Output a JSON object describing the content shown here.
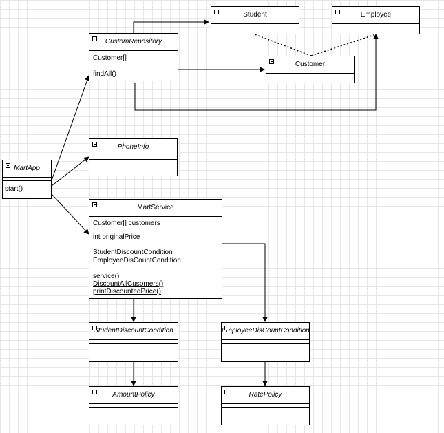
{
  "classes": {
    "student": {
      "title": "Student",
      "italic": false,
      "attributes": [],
      "methods": []
    },
    "employee": {
      "title": "Employee",
      "italic": false,
      "attributes": [],
      "methods": []
    },
    "custom_repository": {
      "title": "CustomRepository",
      "italic": true,
      "attributes": [
        "Customer[]"
      ],
      "methods": [
        "findAll()"
      ]
    },
    "customer": {
      "title": "Customer",
      "italic": false,
      "attributes": [],
      "methods": []
    },
    "phone_info": {
      "title": "PhoneInfo",
      "italic": true,
      "attributes": [],
      "methods": []
    },
    "mart_app": {
      "title": "MartApp",
      "italic": true,
      "attributes": [],
      "methods": [
        "start()"
      ]
    },
    "mart_service": {
      "title": "MartService",
      "italic": false,
      "attributes": [
        "Customer[] customers",
        "int originalPrice",
        "StudentDiscountCondition",
        "EmployeeDisCountCondition"
      ],
      "methods": [
        "service()",
        "DiscountAllCusomers()",
        "printDiscountedPrice()"
      ]
    },
    "student_discount_condition": {
      "title": "StudentDiscountCondition",
      "italic": true,
      "attributes": [],
      "methods": []
    },
    "employee_discount_condition": {
      "title": "EmployeeDisCountCondition",
      "italic": true,
      "attributes": [],
      "methods": []
    },
    "amount_policy": {
      "title": "AmountPolicy",
      "italic": true,
      "attributes": [],
      "methods": []
    },
    "rate_policy": {
      "title": "RatePolicy",
      "italic": true,
      "attributes": [],
      "methods": []
    }
  },
  "relations": [
    {
      "from": "custom_repository",
      "to": "student",
      "kind": "association"
    },
    {
      "from": "custom_repository",
      "to": "customer",
      "kind": "association"
    },
    {
      "from": "custom_repository",
      "to": "employee",
      "kind": "association"
    },
    {
      "from": "customer",
      "to": "student",
      "kind": "dotted"
    },
    {
      "from": "customer",
      "to": "employee",
      "kind": "dotted"
    },
    {
      "from": "mart_app",
      "to": "custom_repository",
      "kind": "association"
    },
    {
      "from": "mart_app",
      "to": "phone_info",
      "kind": "association"
    },
    {
      "from": "mart_app",
      "to": "mart_service",
      "kind": "association"
    },
    {
      "from": "mart_service",
      "to": "student_discount_condition",
      "kind": "association"
    },
    {
      "from": "mart_service",
      "to": "employee_discount_condition",
      "kind": "association"
    },
    {
      "from": "student_discount_condition",
      "to": "amount_policy",
      "kind": "association"
    },
    {
      "from": "employee_discount_condition",
      "to": "rate_policy",
      "kind": "association"
    }
  ]
}
